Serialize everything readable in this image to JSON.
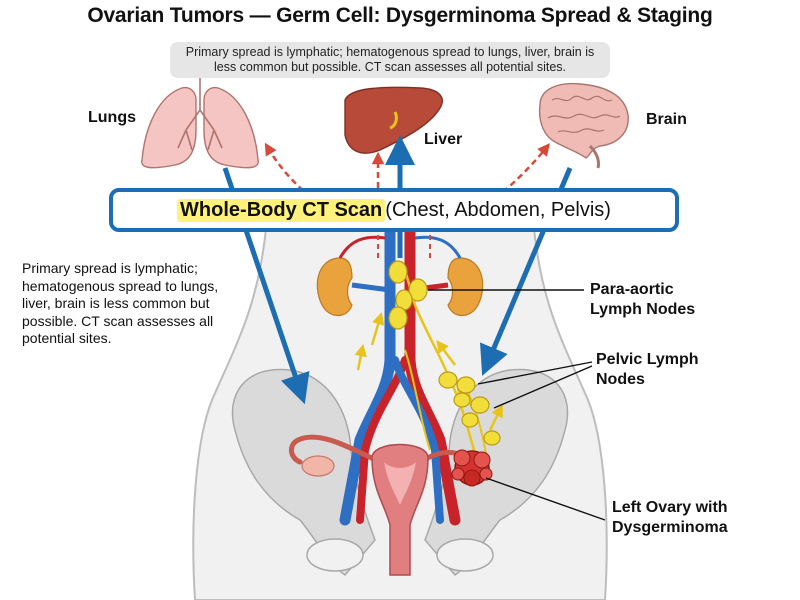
{
  "title": "Ovarian Tumors — Germ Cell: Dysgerminoma Spread & Staging",
  "banner": {
    "line1": "Primary spread is lymphatic; hematogenous spread to lungs, liver, brain is",
    "line2": "less common but possible. CT scan assesses all potential sites."
  },
  "labels": {
    "lungs": "Lungs",
    "liver": "Liver",
    "brain": "Brain",
    "para_aortic_1": "Para-aortic",
    "para_aortic_2": "Lymph Nodes",
    "pelvic_1": "Pelvic Lymph",
    "pelvic_2": "Nodes",
    "ovary_1": "Left Ovary with",
    "ovary_2": "Dysgerminoma"
  },
  "ct_scan": {
    "highlight": "Whole-Body CT Scan",
    "rest": " (Chest, Abdomen, Pelvis)"
  },
  "side_note": {
    "line1": "Primary spread is lymphatic;",
    "line2": "hematogenous spread to lungs,",
    "line3": "liver, brain is less common but",
    "line4": "possible. CT scan assesses all",
    "line5": "potential sites."
  },
  "colors": {
    "ct_blue": "#1d6db3",
    "metastasis_red": "#d64a3a",
    "artery": "#c8232b",
    "vein": "#2e6fc4",
    "lymph_node": "#f2de3a",
    "tumor": "#d8322e",
    "highlight": "#fff27a"
  }
}
